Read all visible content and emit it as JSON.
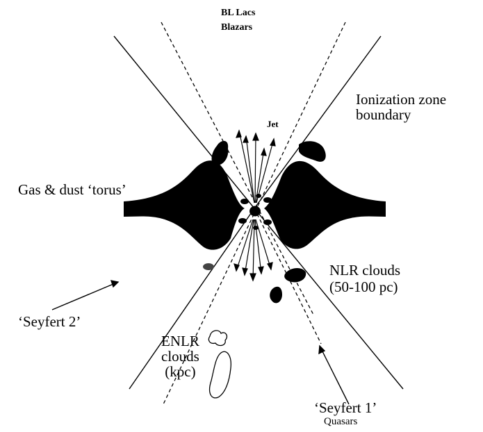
{
  "colors": {
    "ink": "#000000",
    "paper": "#ffffff"
  },
  "labels": {
    "bl_lacs": "BL Lacs",
    "blazars": "Blazars",
    "jet": "Jet",
    "ionization_line1": "Ionization zone",
    "ionization_line2": "boundary",
    "torus": "Gas & dust ‘torus’",
    "nlr_line1": "NLR clouds",
    "nlr_line2": "(50-100 pc)",
    "seyfert2": "‘Seyfert 2’",
    "enlr_line1": "ENLR",
    "enlr_line2": "clouds",
    "enlr_line3": "(kpc)",
    "seyfert1": "‘Seyfert 1’",
    "quasars": "Quasars"
  }
}
